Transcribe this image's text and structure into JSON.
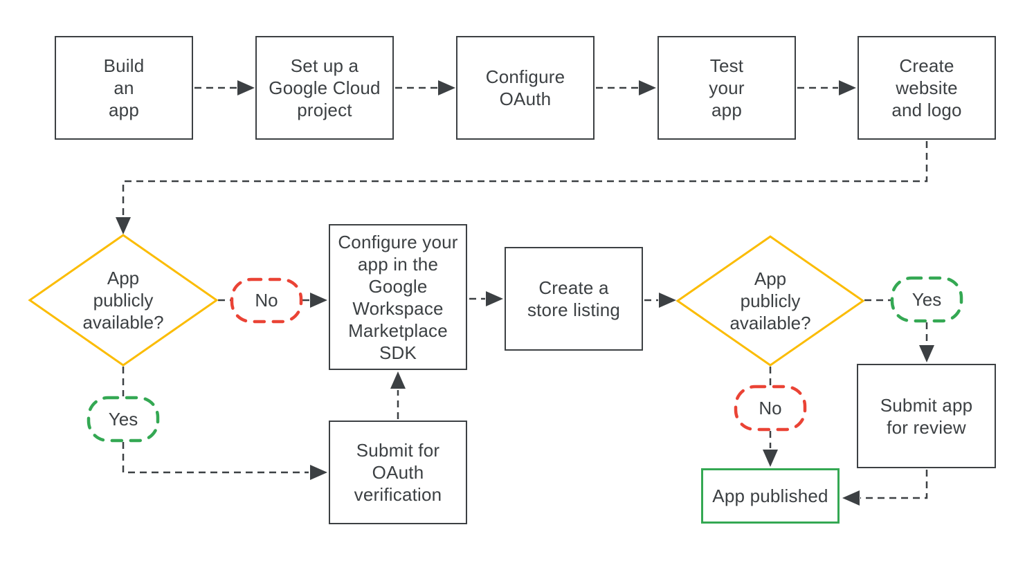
{
  "diagram": {
    "type": "flowchart",
    "description": "App publishing workflow for Google Workspace Marketplace"
  },
  "colors": {
    "line": "#3c4043",
    "text": "#3c4043",
    "box_border": "#3c4043",
    "decision_border": "#fbbc04",
    "no_border": "#ea4335",
    "yes_border": "#34a853",
    "published_border": "#34a853",
    "background": "#ffffff"
  },
  "nodes": {
    "build_app": {
      "label": "Build\nan\napp"
    },
    "setup_project": {
      "label": "Set up a\nGoogle Cloud\nproject"
    },
    "configure_oauth": {
      "label": "Configure\nOAuth"
    },
    "test_app": {
      "label": "Test\nyour\napp"
    },
    "create_website": {
      "label": "Create\nwebsite\nand logo"
    },
    "configure_sdk": {
      "label": "Configure your\napp in the\nGoogle\nWorkspace\nMarketplace\nSDK"
    },
    "store_listing": {
      "label": "Create a\nstore listing"
    },
    "submit_oauth": {
      "label": "Submit for\nOAuth\nverification"
    },
    "submit_review": {
      "label": "Submit app\nfor review"
    },
    "app_published": {
      "label": "App published"
    }
  },
  "decisions": {
    "decision_1": {
      "label": "App\npublicly\navailable?"
    },
    "decision_2": {
      "label": "App\npublicly\navailable?"
    }
  },
  "branches": {
    "no_1": {
      "label": "No"
    },
    "yes_1": {
      "label": "Yes"
    },
    "yes_2": {
      "label": "Yes"
    },
    "no_2": {
      "label": "No"
    }
  }
}
